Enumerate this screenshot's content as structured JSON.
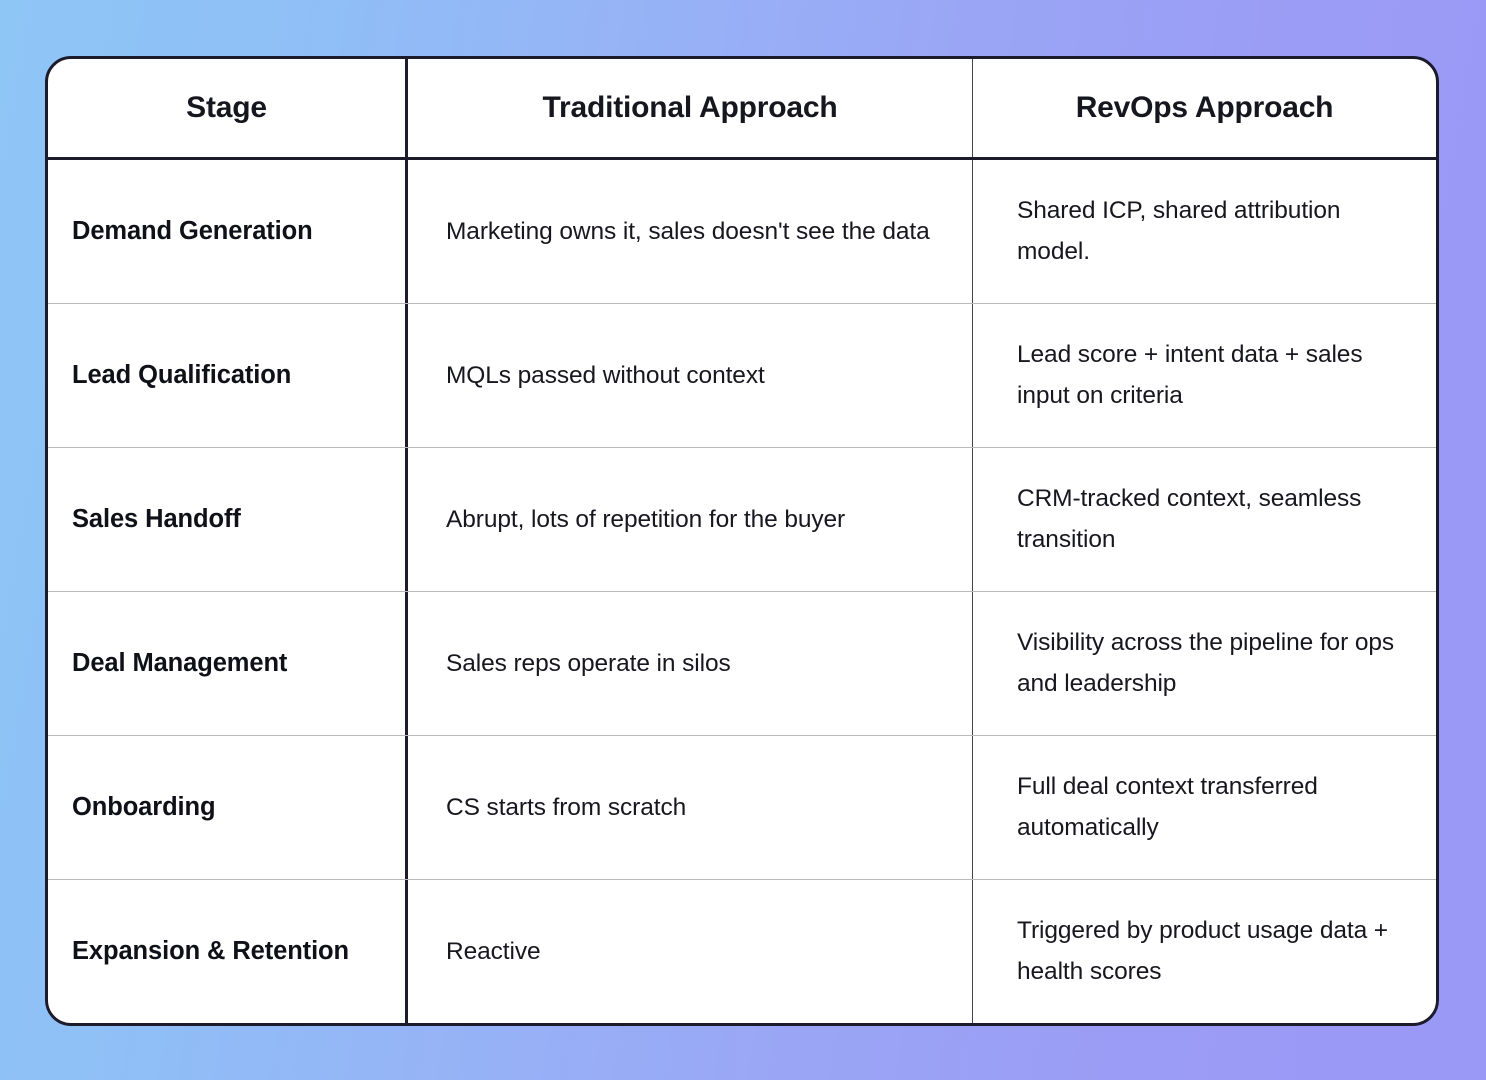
{
  "background": {
    "gradient_from": "#8ec6f6",
    "gradient_to": "#9a99f6"
  },
  "card": {
    "border_color": "#1b1b2b",
    "background": "#ffffff"
  },
  "table": {
    "columns": [
      {
        "key": "stage",
        "label": "Stage"
      },
      {
        "key": "traditional",
        "label": "Traditional Approach"
      },
      {
        "key": "revops",
        "label": "RevOps Approach"
      }
    ],
    "rows": [
      {
        "stage": "Demand Generation",
        "traditional": "Marketing owns it, sales doesn't see the data",
        "revops": "Shared ICP, shared attribution model."
      },
      {
        "stage": "Lead Qualification",
        "traditional": "MQLs passed without context",
        "revops": "Lead score + intent data + sales input on criteria"
      },
      {
        "stage": "Sales Handoff",
        "traditional": "Abrupt, lots of repetition for the buyer",
        "revops": "CRM-tracked context, seamless transition"
      },
      {
        "stage": "Deal Management",
        "traditional": "Sales reps operate in silos",
        "revops": "Visibility across the pipeline for ops and leadership"
      },
      {
        "stage": "Onboarding",
        "traditional": "CS starts from scratch",
        "revops": "Full deal context transferred automatically"
      },
      {
        "stage": "Expansion & Retention",
        "traditional": "Reactive",
        "revops": "Triggered by product usage data + health scores"
      }
    ]
  }
}
